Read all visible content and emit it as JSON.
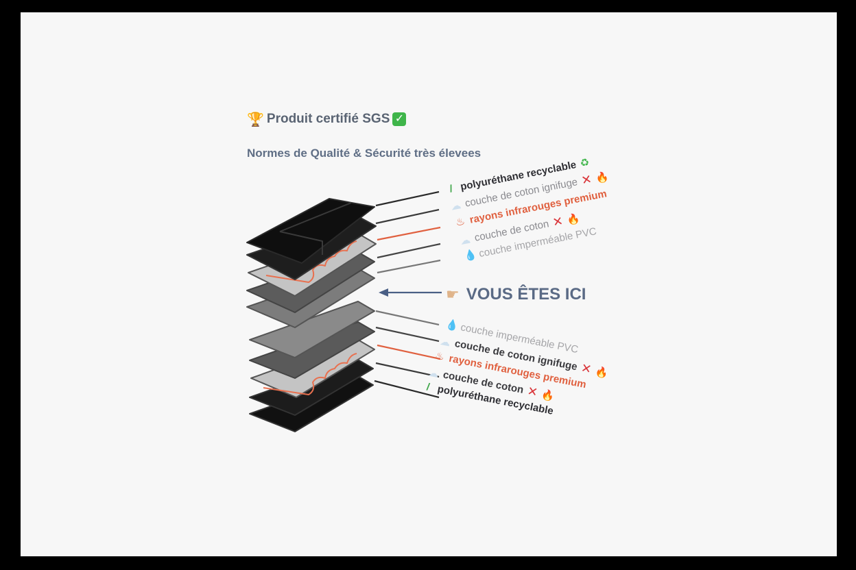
{
  "header": {
    "title": "Produit certifié SGS",
    "title_icon_left": "trophy-icon",
    "title_icon_right": "check-box-icon",
    "subtitle": "Normes de Qualité & Sécurité très élevees"
  },
  "marker": {
    "label": "VOUS ÊTES ICI",
    "icon": "pointing-hand-icon",
    "arrow": "arrow-left-icon"
  },
  "colors": {
    "background": "#f7f7f7",
    "frame": "#000000",
    "heating_accent": "#e0603f",
    "title_text": "#5a6473",
    "marker_text": "#5a6a85",
    "leader_arrow": "#4a5f85"
  },
  "layers_top": [
    {
      "icon": "pen-icon",
      "label": "polyuréthane recyclable",
      "suffix_icons": [
        "recycle-icon"
      ],
      "style": "dark"
    },
    {
      "icon": "cloud-icon",
      "label": "couche de coton ignifuge",
      "suffix_icons": [
        "cross-icon",
        "fire-icon"
      ],
      "style": "mid"
    },
    {
      "icon": "hot-springs-icon",
      "label": "rayons infrarouges premium",
      "suffix_icons": [],
      "style": "red"
    },
    {
      "icon": "cloud-icon",
      "label": "couche de coton",
      "suffix_icons": [
        "cross-icon",
        "fire-icon"
      ],
      "style": "mid"
    },
    {
      "icon": "water-drop-icon",
      "label": "couche imperméable PVC",
      "suffix_icons": [],
      "style": "light"
    }
  ],
  "layers_bottom": [
    {
      "icon": "water-drop-icon",
      "label": "couche imperméable PVC",
      "suffix_icons": [],
      "style": "light"
    },
    {
      "icon": "cloud-icon",
      "label": "couche de coton ignifuge",
      "suffix_icons": [
        "cross-icon",
        "fire-icon"
      ],
      "style": "dark"
    },
    {
      "icon": "hot-springs-icon",
      "label": "rayons infrarouges premium",
      "suffix_icons": [],
      "style": "red"
    },
    {
      "icon": "cloud-icon",
      "label": "couche de coton",
      "suffix_icons": [
        "cross-icon",
        "fire-icon"
      ],
      "style": "dark"
    },
    {
      "icon": "pen-icon",
      "label": "polyuréthane recyclable",
      "suffix_icons": [],
      "style": "dark"
    }
  ],
  "glyphs": {
    "trophy": "🏆",
    "check": "✓",
    "pen": "/",
    "cloud": "☁",
    "hot_springs": "♨",
    "water_drop": "💧",
    "recycle": "♻",
    "cross": "✕",
    "fire": "🔥",
    "hand": "☛"
  }
}
